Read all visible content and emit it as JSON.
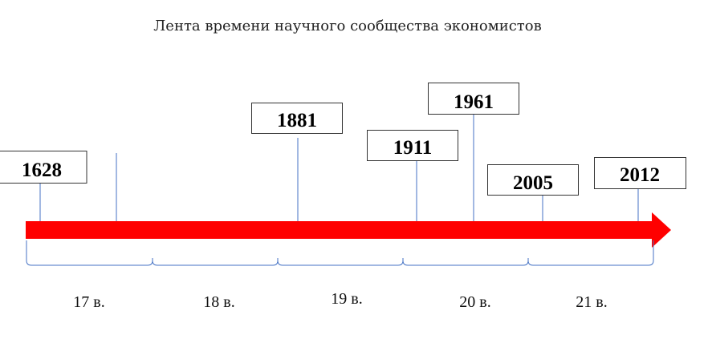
{
  "title": "Лента времени научного сообщества экономистов",
  "events": [
    {
      "year": "1628"
    },
    {
      "year": "1881"
    },
    {
      "year": "1911"
    },
    {
      "year": "1961"
    },
    {
      "year": "2005"
    },
    {
      "year": "2012"
    }
  ],
  "centuries": [
    "17 в.",
    "18 в.",
    "19 в.",
    "20 в.",
    "21 в."
  ],
  "colors": {
    "arrow": "#FF0000",
    "connector": "#4472C4",
    "box_border": "#333333"
  }
}
